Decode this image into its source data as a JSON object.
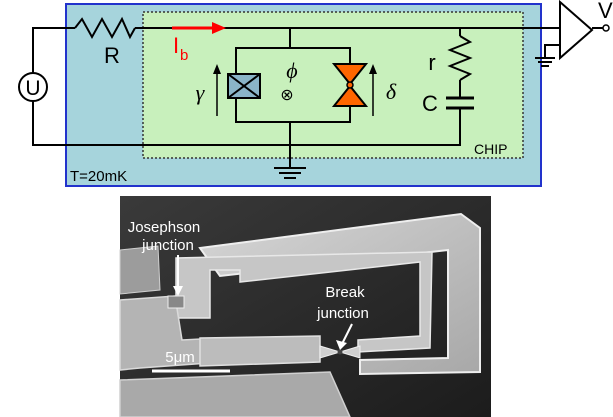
{
  "circuit": {
    "resistor_label": "R",
    "source_label": "U",
    "bias_current_main": "I",
    "bias_current_sub": "b",
    "gamma_symbol": "γ",
    "phi_symbol": "ϕ",
    "flux_cross": "⊗",
    "delta_symbol": "δ",
    "shunt_r_label": "r",
    "shunt_c_label": "C",
    "amplifier_output_label": "V",
    "chip_label": "CHIP",
    "temperature_label": "T=20mK"
  },
  "micrograph": {
    "josephson_label_line1": "Josephson",
    "josephson_label_line2": "junction",
    "break_label_line1": "Break",
    "break_label_line2": "junction",
    "scale_label": "5μm"
  },
  "colors": {
    "fridge_box_fill": "#a6d4dc",
    "fridge_box_stroke": "#2233cc",
    "chip_fill": "#c8f0bc",
    "bias_arrow": "#ff0000",
    "break_junction_fill": "#ff6600",
    "sem_background": "#2a2a2a",
    "sem_structure": "#bdbdbd"
  }
}
